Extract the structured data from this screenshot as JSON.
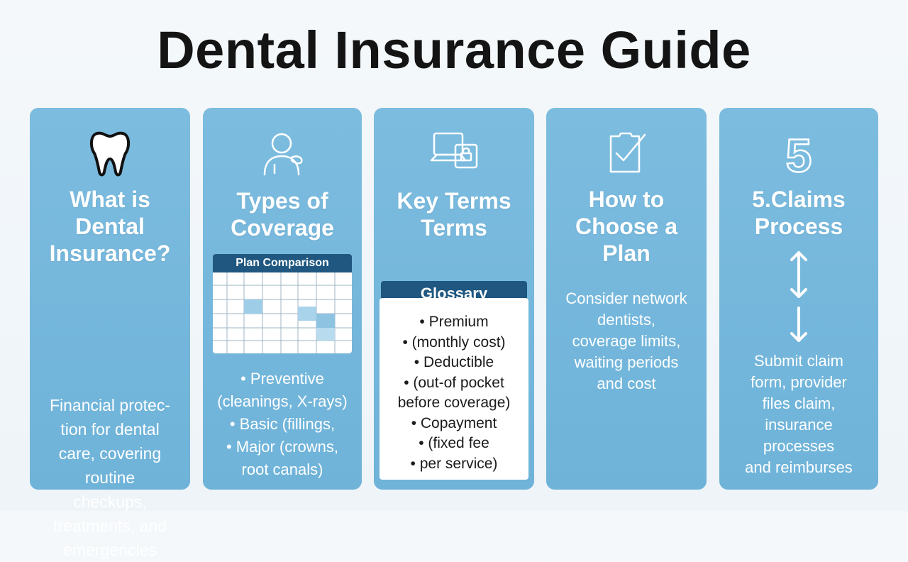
{
  "title": "Dental Insurance Guide",
  "colors": {
    "card": "#74b7dc",
    "header": "#1f5780",
    "title": "#141414"
  },
  "cards": [
    {
      "icon": "tooth-icon",
      "title": "What is Dental Insurance?",
      "body": [
        "Financial protec-",
        "tion for dental",
        "care, covering",
        "routine",
        "checkups,",
        "treatments, and",
        "emergencies"
      ]
    },
    {
      "icon": "person-icon",
      "title": "Types of Coverage",
      "table_header": "Plan Comparison",
      "bullets": [
        "• Preventive",
        "(cleanings, X-rays)",
        "• Basic (fillings,",
        "• Major (crowns,",
        "root canals)"
      ]
    },
    {
      "icon": "computer-icon",
      "title": "Key Terms",
      "subtitle": "Terms",
      "glossary_header": "Glossary",
      "glossary": [
        "• Premium",
        "• (monthly cost)",
        "• Deductible",
        "• (out-of pocket",
        "before coverage)",
        "• Copayment",
        "• (fixed fee",
        "• per service)"
      ]
    },
    {
      "icon": "checklist-icon",
      "title": "How to Choose a Plan",
      "body": [
        "Consider network",
        "dentists,",
        "coverage limits,",
        "waiting periods",
        "and cost"
      ]
    },
    {
      "icon": "number-five-icon",
      "icon_text": "5",
      "title": "5.Claims Process",
      "body": [
        "Submit claim",
        "form, provider",
        "files claim,",
        "insurance",
        "processes",
        "and reimburses"
      ]
    }
  ]
}
